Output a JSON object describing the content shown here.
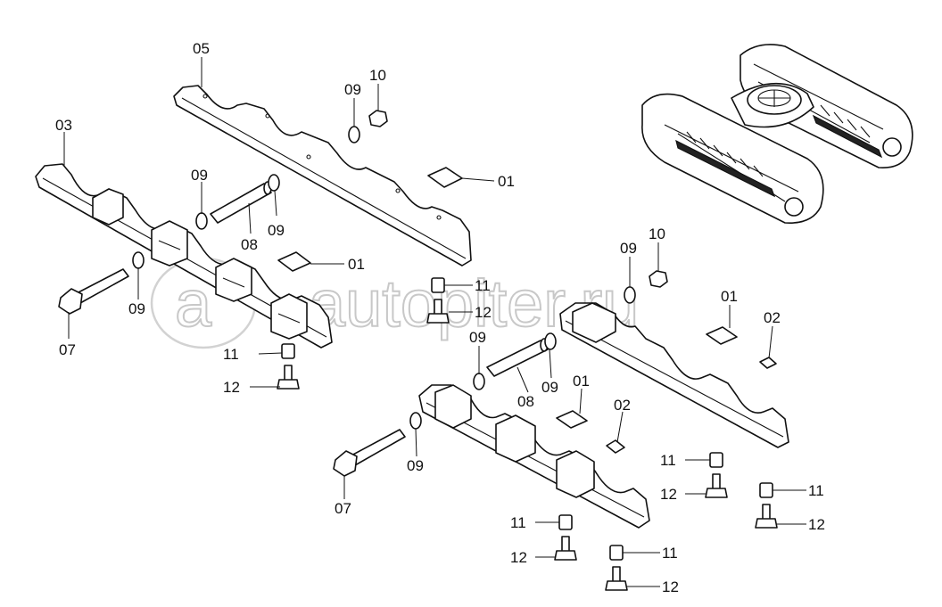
{
  "watermark": {
    "text": "autopiter.ru",
    "logo_text": "a"
  },
  "callouts": {
    "c05": "05",
    "c10a": "10",
    "c09a": "09",
    "c03": "03",
    "c01a": "01",
    "c09b": "09",
    "c09c": "09",
    "c08a": "08",
    "c01b": "01",
    "c09d": "09",
    "c07a": "07",
    "c11a": "11",
    "c12a": "12",
    "c11b": "11",
    "c12b": "12",
    "c09e": "09",
    "c10b": "10",
    "c01c": "01",
    "c02a": "02",
    "c09f": "09",
    "c09g": "09",
    "c08b": "08",
    "c01d": "01",
    "c02b": "02",
    "c09h": "09",
    "c07b": "07",
    "c11c": "11",
    "c12c": "12",
    "c11d": "11",
    "c12d": "12",
    "c11e": "11",
    "c12e": "12",
    "c11f": "11",
    "c12f": "12"
  }
}
